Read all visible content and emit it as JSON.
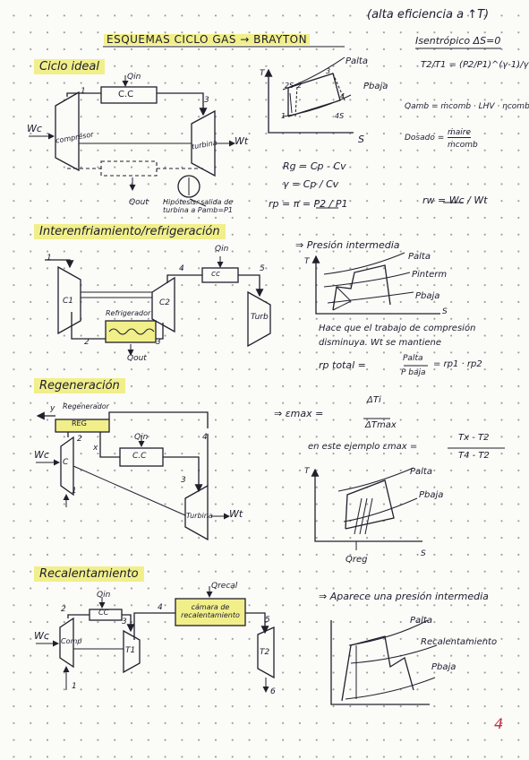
{
  "header": {
    "note": "(alta eficiencia a ↑T)",
    "title": "ESQUEMAS CICLO GAS → BRAYTON",
    "isentropic_title": "Isentrópico ΔS=0",
    "isentropic_formula": "T2/T1 = (P2/P1)^(γ-1)/γ"
  },
  "sections": {
    "ideal": "Ciclo ideal",
    "intercooling": "Interenfriamiento/refrigeración",
    "regeneration": "Regeneración",
    "reheating": "Recalentamiento"
  },
  "ideal": {
    "q_in": "Qin",
    "q_out": "Qout",
    "cc": "C.C",
    "compressor": "compresor",
    "turbine": "turbina",
    "wc": "Wc",
    "wt": "Wt",
    "hypothesis": "Hipótesis: salida de turbina a Pamb=P1",
    "p_high": "Palta",
    "p_low": "Pbaja",
    "t_axis": "T",
    "s_axis": "S",
    "pts": [
      "1",
      "2",
      "2S",
      "3",
      "4",
      "4S"
    ],
    "q_ambient": "Qamb = ṁcomb · LHV · ηcomb",
    "dosado": "Dosado =",
    "dosado_num": "ṁaire",
    "dosado_den": "ṁcomb",
    "rg": "Rg = Cp - Cv",
    "gamma": "γ = Cp / Cv",
    "rp": "rp = π = P2 / P1",
    "rw": "rw = Wc / Wt"
  },
  "intercooling": {
    "q_in": "Qin",
    "q_out": "Qout",
    "cc": "cc",
    "refrig": "Refrigerador",
    "c1": "C1",
    "c2": "C2",
    "turbine": "Turb",
    "pts": [
      "1",
      "2",
      "3",
      "4",
      "5"
    ],
    "arrow_note": "⇒ Presión intermedia",
    "p_high": "Palta",
    "p_mid": "Pinterm",
    "p_low": "Pbaja",
    "t_axis": "T",
    "s_axis": "S",
    "note1": "Hace que el trabajo de compresión",
    "note2": "disminuya. Wt se mantiene",
    "rp_total": "rp total =",
    "rp_num": "Palta",
    "rp_den": "P baja",
    "rp_eq": "= rp1 · rp2"
  },
  "regeneration": {
    "regen_label": "Regenerador",
    "reg": "REG",
    "q_in": "Qin",
    "cc": "C.C",
    "c": "C",
    "turbine": "Turbina",
    "wc": "Wc",
    "wt": "Wt",
    "pts": [
      "y",
      "2",
      "x",
      "3",
      "4",
      "1"
    ],
    "eff_lhs": "⇒ εmax =",
    "eff_num": "ΔTi",
    "eff_den": "ΔTmax",
    "example": "en este ejemplo εmax =",
    "ex_num": "Tx - T2",
    "ex_den": "T4 - T2",
    "p_high": "Palta",
    "p_low": "Pbaja",
    "q_reg": "Qreg",
    "t_axis": "T",
    "s_axis": "S"
  },
  "reheating": {
    "q_reheat": "Qrecal",
    "q_in": "Qin",
    "cc": "CC",
    "reheat_box": "cámara de recalentamiento",
    "comp": "Comp",
    "t1": "T1",
    "t2": "T2",
    "wc": "Wc",
    "pts": [
      "1",
      "2",
      "3",
      "4",
      "5",
      "6"
    ],
    "note": "⇒ Aparece una presión intermedia",
    "p_high": "Palta",
    "p_reheat": "Recalentamiento",
    "p_low": "Pbaja"
  },
  "footer": {
    "page_number": "4"
  }
}
